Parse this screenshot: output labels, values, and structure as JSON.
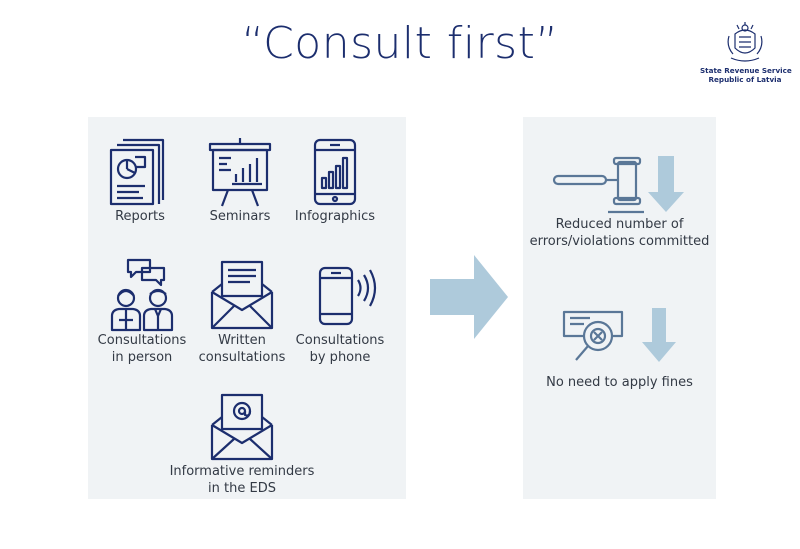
{
  "slide": {
    "title": "“Consult first”",
    "logo": {
      "line1": "State Revenue Service",
      "line2": "Republic of Latvia"
    }
  },
  "channels": [
    {
      "icon": "reports-icon",
      "label": "Reports"
    },
    {
      "icon": "seminar-board-icon",
      "label": "Seminars"
    },
    {
      "icon": "phone-chart-icon",
      "label": "Infographics"
    },
    {
      "icon": "people-chat-icon",
      "label_line1": "Consultations",
      "label_line2": "in person"
    },
    {
      "icon": "envelope-letter-icon",
      "label_line1": "Written",
      "label_line2": "consultations"
    },
    {
      "icon": "phone-call-icon",
      "label_line1": "Consultations",
      "label_line2": "by phone"
    },
    {
      "icon": "email-envelope-icon",
      "label_line1": "Informative reminders",
      "label_line2": "in the EDS"
    }
  ],
  "outcomes": [
    {
      "icon": "gavel-down-icon",
      "label_line1": "Reduced number of",
      "label_line2": "errors/violations committed"
    },
    {
      "icon": "fine-magnifier-down-icon",
      "label_line1": "No need to apply fines"
    }
  ],
  "colors": {
    "navy": "#1c2e6e",
    "arrow": "#aecadb",
    "panel": "#f0f3f5"
  }
}
